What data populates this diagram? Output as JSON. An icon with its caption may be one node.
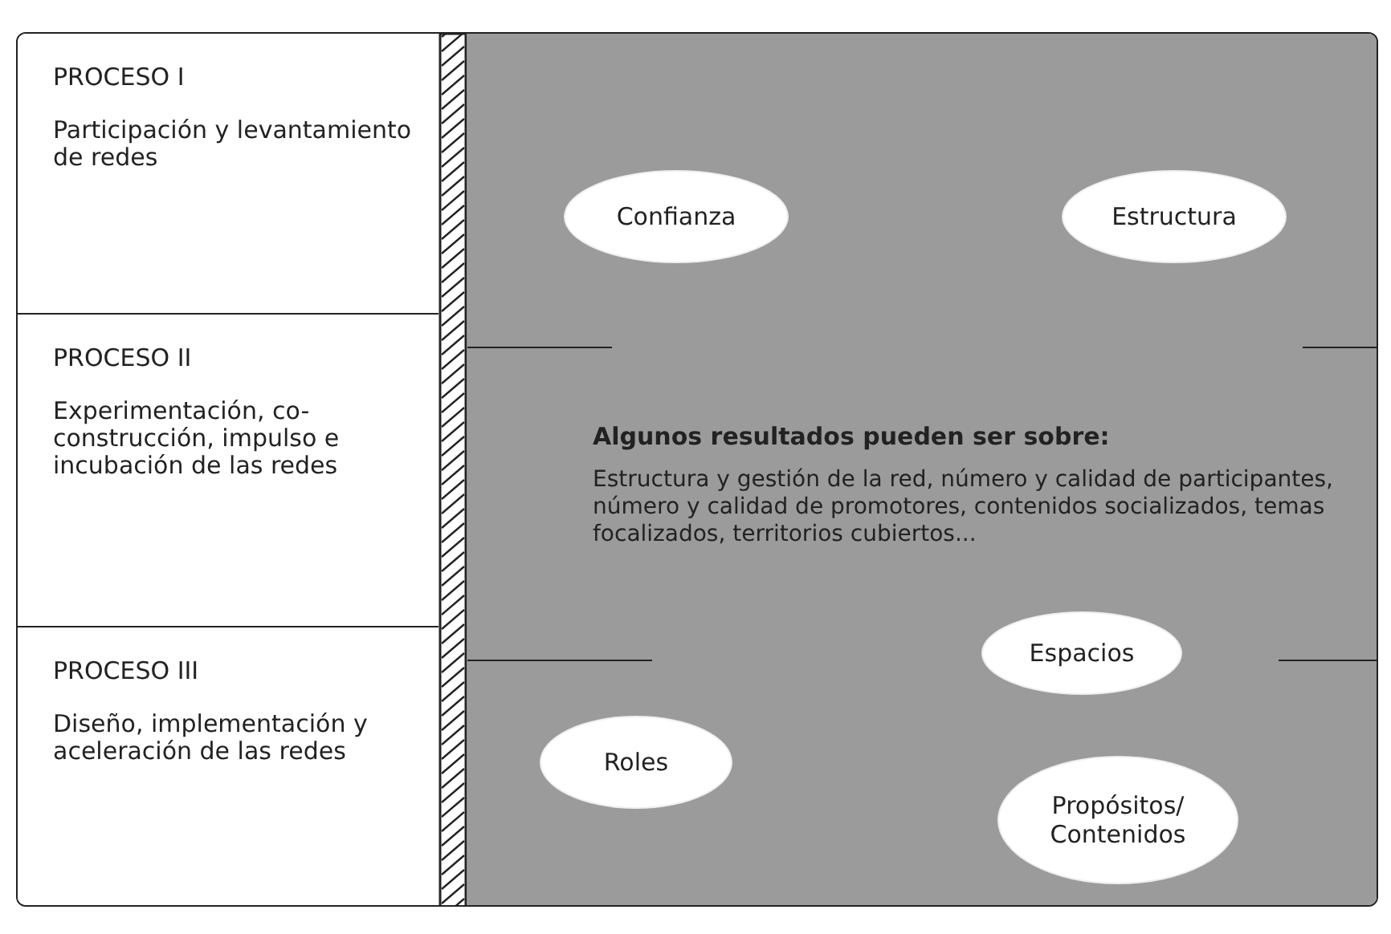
{
  "diagram": {
    "nodes": [
      {
        "text": [
          "PROCESO I",
          "Participación y levantamiento de redes"
        ]
      },
      {
        "text": [
          "PROCESO II",
          "Experimentación, co-construcción, impulso e incubación de las redes"
        ]
      },
      {
        "text": [
          "PROCESO III",
          "Diseño, implementación y aceleración de las redes"
        ]
      },
      {
        "text": [
          "Algunos resultados pueden ser sobre:",
          "Estructura y gestión de la red, número y calidad de participantes, número y calidad de promotores, contenidos socializados, temas focalizados, territorios cubiertos..."
        ]
      },
      {
        "text": [
          "Confianza"
        ],
        "in": 3
      },
      {
        "text": [
          "Estructura"
        ],
        "in": 3
      },
      {
        "text": [
          "Espacios"
        ],
        "in": 3
      },
      {
        "text": [
          "Roles"
        ],
        "in": 3
      },
      {
        "text": [
          "Propósitos/ Contenidos"
        ],
        "in": 3
      }
    ]
  }
}
